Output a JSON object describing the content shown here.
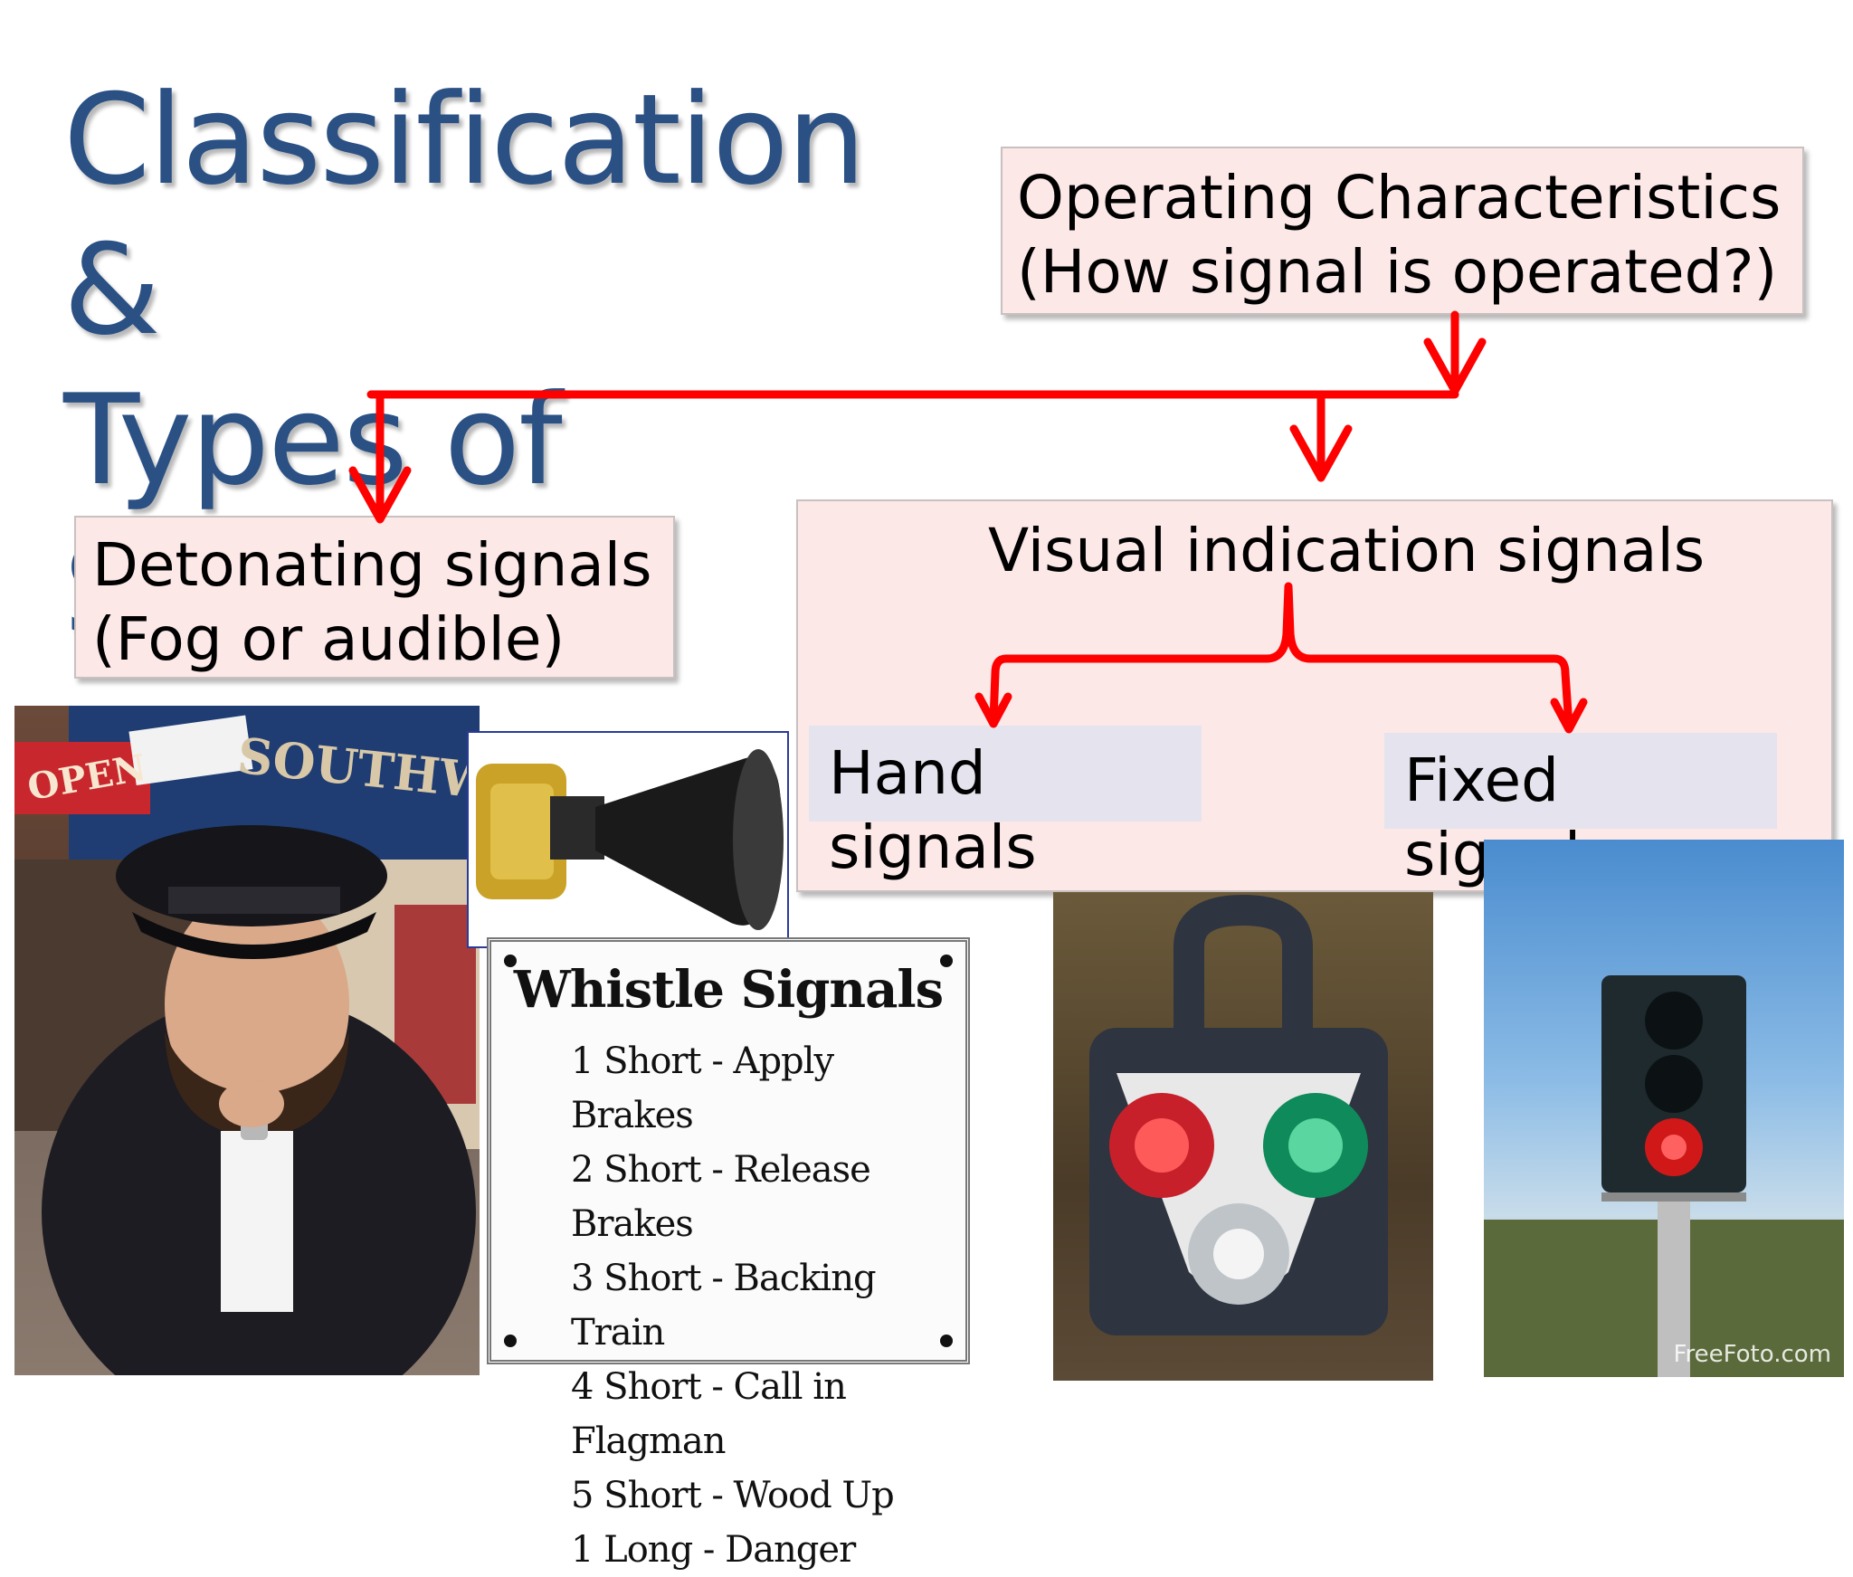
{
  "title": {
    "line1": "Classification &",
    "line2": "Types of Signals"
  },
  "diagram": {
    "root": {
      "line1": "Operating Characteristics",
      "line2": "(How signal is operated?)"
    },
    "detonating": {
      "line1": "Detonating signals",
      "line2": "(Fog or audible)"
    },
    "visual": {
      "label": "Visual indication signals",
      "children": [
        "Hand signals",
        "Fixed signals"
      ]
    }
  },
  "whistle_card": {
    "title": "Whistle Signals",
    "items": [
      "1 Short - Apply Brakes",
      "2 Short - Release Brakes",
      "3 Short - Backing Train",
      "4 Short - Call in Flagman",
      "5 Short - Wood Up",
      "1 Long - Danger"
    ]
  },
  "photos": {
    "guard_sign_open": "OPEN",
    "guard_sign_shop": "SOUTHWO",
    "watermark": "FreeFoto.com"
  },
  "colors": {
    "title": "#2a5084",
    "arrow": "#ff0000",
    "box_fill": "#fde8e8",
    "sub_box_fill": "#e4e3ee"
  }
}
